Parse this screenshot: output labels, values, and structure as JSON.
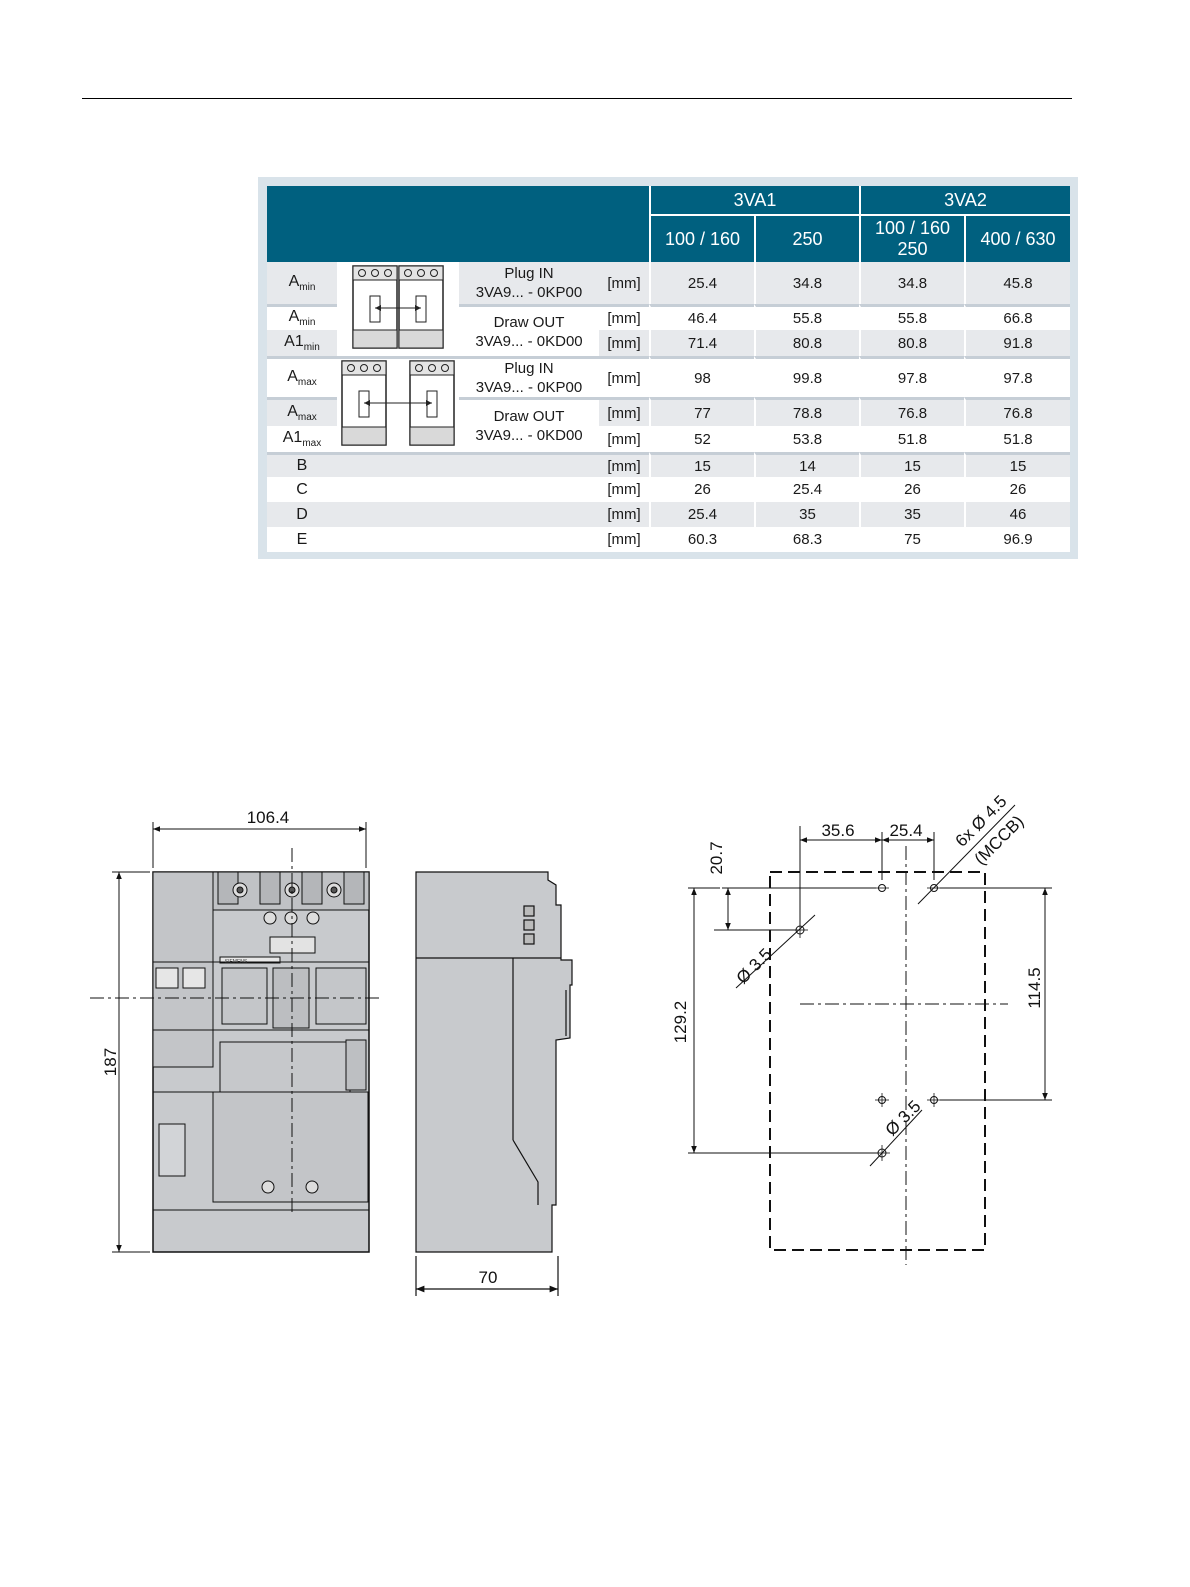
{
  "table": {
    "groups": [
      "3VA1",
      "3VA2"
    ],
    "subheaders": [
      {
        "line1": "100 / 160",
        "line2": ""
      },
      {
        "line1": "250",
        "line2": ""
      },
      {
        "line1": "100 / 160",
        "line2": "250"
      },
      {
        "line1": "400 / 630",
        "line2": ""
      }
    ],
    "unit": "[mm]",
    "section1": {
      "plug_in": {
        "title": "Plug IN",
        "code": "3VA9... - 0KP00"
      },
      "draw_out": {
        "title": "Draw OUT",
        "code": "3VA9... - 0KD00"
      },
      "rows": [
        {
          "sym": "A",
          "sub": "min",
          "values": [
            "25.4",
            "34.8",
            "34.8",
            "45.8"
          ]
        },
        {
          "sym": "A",
          "sub": "min",
          "values": [
            "46.4",
            "55.8",
            "55.8",
            "66.8"
          ]
        },
        {
          "sym": "A1",
          "sub": "min",
          "values": [
            "71.4",
            "80.8",
            "80.8",
            "91.8"
          ]
        }
      ]
    },
    "section2": {
      "plug_in": {
        "title": "Plug IN",
        "code": "3VA9... - 0KP00"
      },
      "draw_out": {
        "title": "Draw OUT",
        "code": "3VA9... - 0KD00"
      },
      "rows": [
        {
          "sym": "A",
          "sub": "max",
          "values": [
            "98",
            "99.8",
            "97.8",
            "97.8"
          ]
        },
        {
          "sym": "A",
          "sub": "max",
          "values": [
            "77",
            "78.8",
            "76.8",
            "76.8"
          ]
        },
        {
          "sym": "A1",
          "sub": "max",
          "values": [
            "52",
            "53.8",
            "51.8",
            "51.8"
          ]
        }
      ]
    },
    "simple_rows": [
      {
        "sym": "B",
        "values": [
          "15",
          "14",
          "15",
          "15"
        ]
      },
      {
        "sym": "C",
        "values": [
          "26",
          "25.4",
          "26",
          "26"
        ]
      },
      {
        "sym": "D",
        "values": [
          "25.4",
          "35",
          "35",
          "46"
        ]
      },
      {
        "sym": "E",
        "values": [
          "60.3",
          "68.3",
          "75",
          "96.9"
        ]
      }
    ]
  },
  "drawing": {
    "width": "106.4",
    "height": "187",
    "depth": "70",
    "pattern": {
      "d1": "35.6",
      "d2": "25.4",
      "d3": "20.7",
      "d4": "129.2",
      "d5": "114.5",
      "hole_a": "Ø 3.5",
      "hole_b": "Ø 3.5",
      "hole_c_line1": "6x Ø 4.5",
      "hole_c_line2": "(MCCB)"
    },
    "brand": "SIEMENS"
  },
  "colors": {
    "header_bg": "#00607f",
    "frame": "#d9e3ea",
    "row_shade": "#e7e9ec",
    "device_fill": "#c8cacd"
  }
}
